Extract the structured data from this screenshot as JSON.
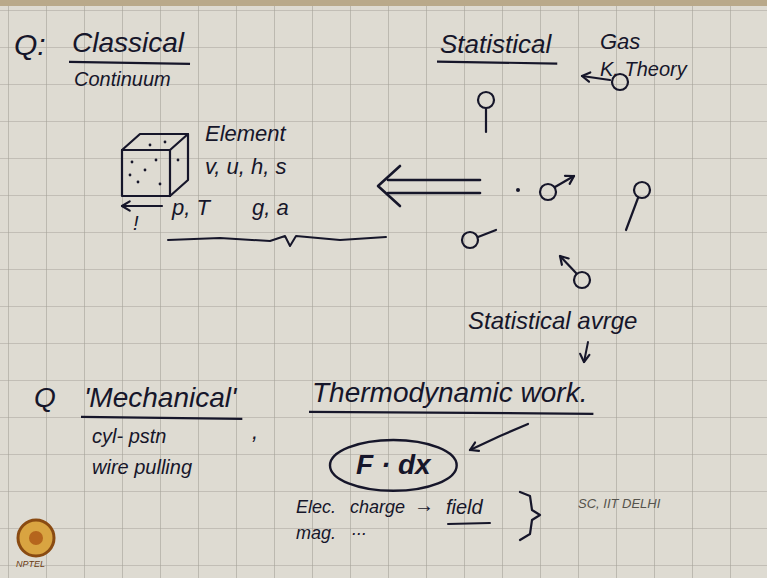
{
  "diagram": {
    "nodes": [
      {
        "text": [
          "F · dx"
        ]
      }
    ],
    "labels": [
      "Q:",
      "Classical",
      "Statistical",
      "Gas",
      "Continuum",
      "K. Theory",
      "Element",
      "v, u, h, s",
      "!",
      "p, T",
      "g, a",
      "Statistical avrge",
      "Q",
      "'Mechanical'",
      "Thermodynamic work.",
      "cyl- pstn",
      ",",
      "wire pulling",
      "Elec.",
      "charge",
      "→",
      "field",
      "mag.",
      "...",
      "SC, IIT DELHI",
      "NPTEL"
    ]
  }
}
